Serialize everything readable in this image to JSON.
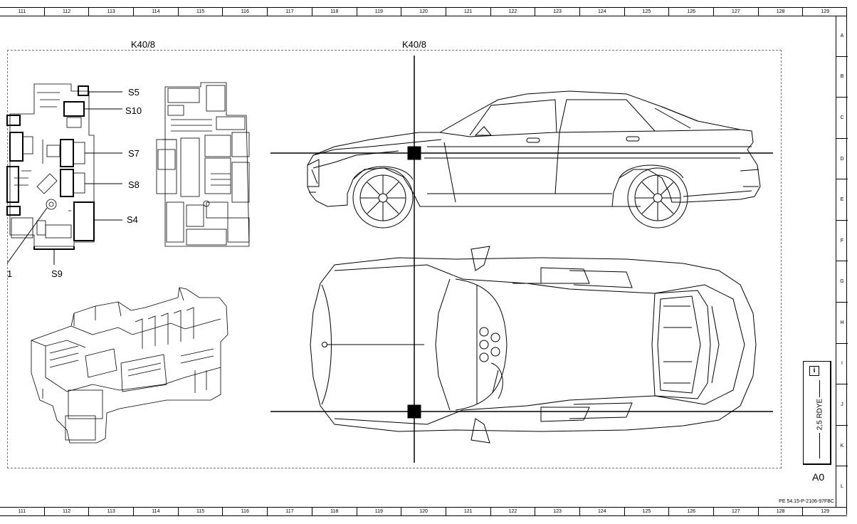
{
  "grid": {
    "columns": [
      "111",
      "112",
      "113",
      "114",
      "115",
      "116",
      "117",
      "118",
      "119",
      "120",
      "121",
      "122",
      "123",
      "124",
      "125",
      "126",
      "127",
      "128",
      "129"
    ],
    "rows": [
      "A",
      "B",
      "C",
      "D",
      "E",
      "F",
      "G",
      "H",
      "I",
      "J",
      "K",
      "L"
    ]
  },
  "labels": {
    "k40_left": "K40/8",
    "k40_center": "K40/8",
    "s5": "S5",
    "s10": "S10",
    "s7": "S7",
    "s8": "S8",
    "s4": "S4",
    "s9": "S9",
    "one": "1"
  },
  "info": {
    "icon": "i",
    "wire": "2,5 RDYE",
    "connector": "A0"
  },
  "reference": "PE 54.15-P-2106-97FBC"
}
